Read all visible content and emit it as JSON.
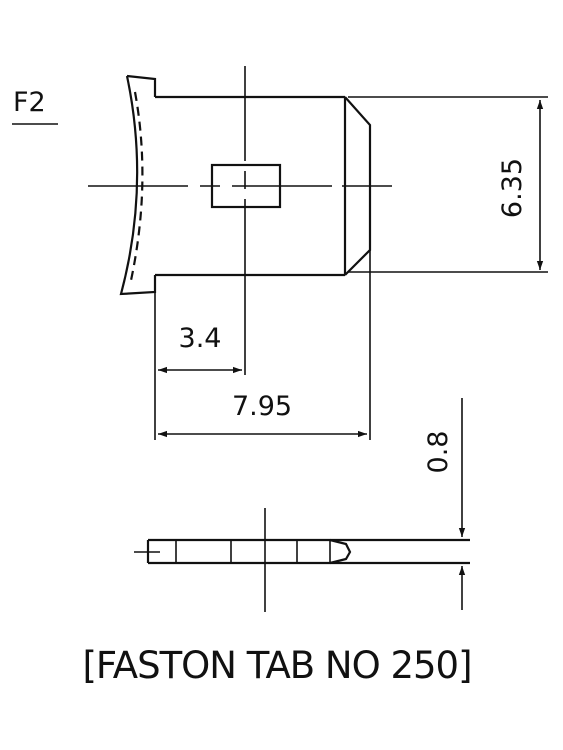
{
  "drawing": {
    "figure_label": "F2",
    "dimensions": {
      "height_label": "6.35",
      "hole_offset_label": "3.4",
      "length_label": "7.95",
      "thickness_label": "0.8"
    },
    "caption": "[FASTON TAB NO 250]"
  }
}
